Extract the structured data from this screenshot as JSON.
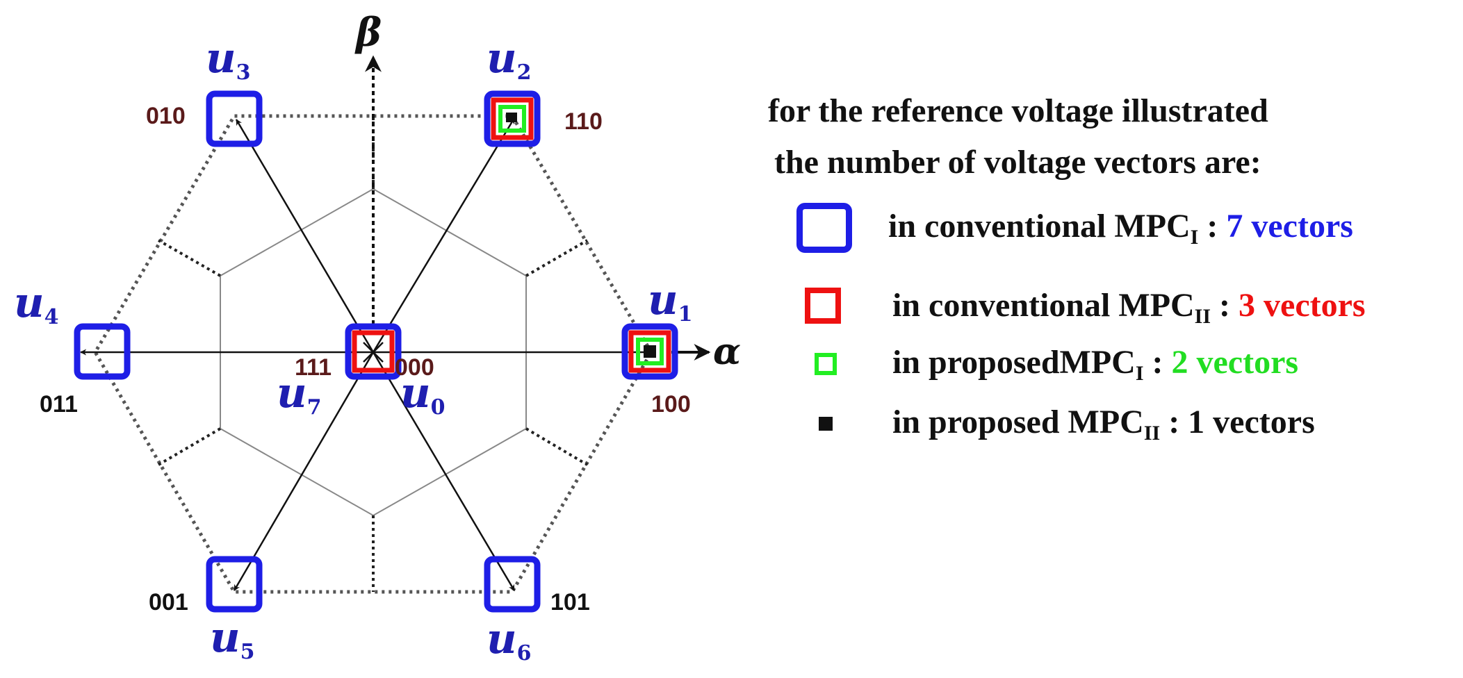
{
  "diagram": {
    "axes": {
      "alpha": "α",
      "beta": "β"
    },
    "vectors": [
      {
        "id": "u0",
        "name": "u",
        "sub": "0",
        "code": "000"
      },
      {
        "id": "u1",
        "name": "u",
        "sub": "1",
        "code": "100"
      },
      {
        "id": "u2",
        "name": "u",
        "sub": "2",
        "code": "110"
      },
      {
        "id": "u3",
        "name": "u",
        "sub": "3",
        "code": "010"
      },
      {
        "id": "u4",
        "name": "u",
        "sub": "4",
        "code": "011"
      },
      {
        "id": "u5",
        "name": "u",
        "sub": "5",
        "code": "001"
      },
      {
        "id": "u6",
        "name": "u",
        "sub": "6",
        "code": "101"
      },
      {
        "id": "u7",
        "name": "u",
        "sub": "7",
        "code": "111"
      }
    ]
  },
  "legend": {
    "title_line1": "for the reference voltage illustrated",
    "title_line2": "the number of voltage vectors are:",
    "items": [
      {
        "prefix": "in conventional MPC",
        "sub": "I",
        "sep": " : ",
        "count": "7 vectors",
        "color": "#1e1ee6",
        "marker": "blue-square"
      },
      {
        "prefix": "in conventional MPC",
        "sub": "II",
        "sep": " : ",
        "count": "3 vectors",
        "color": "#ee1111",
        "marker": "red-square"
      },
      {
        "prefix": "in proposedMPC",
        "sub": "I",
        "sep": " : ",
        "count": "2 vectors",
        "color": "#22dd22",
        "marker": "green-square"
      },
      {
        "prefix": "in proposed MPC",
        "sub": "II",
        "sep": " : ",
        "count": "1 vectors",
        "color": "#111111",
        "marker": "black-square"
      }
    ]
  },
  "colors": {
    "blue": "#1e1ee6",
    "red": "#ee1111",
    "green": "#22ee22",
    "black": "#111111",
    "code_dark": "#5a1a1a",
    "vector_name": "#1f1fb0"
  }
}
